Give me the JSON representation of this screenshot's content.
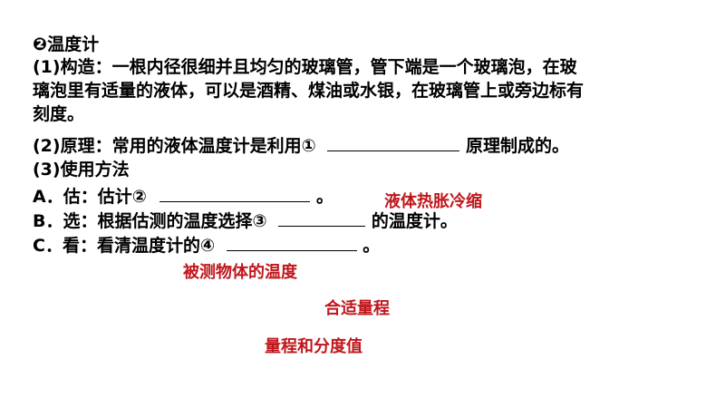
{
  "section_title": "❷温度计",
  "structure": {
    "line1": "(1)构造：一根内径很细并且均匀的玻璃管，管下端是一个玻璃泡，在玻",
    "line2": "璃泡里有适量的液体，可以是酒精、煤油或水银，在玻璃管上或旁边标有",
    "line3": "刻度。"
  },
  "principle": {
    "prefix": "(2)原理：常用的液体温度计是利用①",
    "suffix": "原理制成的。"
  },
  "usage": {
    "title": "(3)使用方法",
    "a_prefix": "A．估：估计②",
    "a_suffix": "。",
    "b_prefix": "B．选：根据估测的温度选择③",
    "b_suffix": "的温度计。",
    "c_prefix": "C．看：看清温度计的④",
    "c_suffix": "。"
  },
  "answers": {
    "a1": "液体热胀冷缩",
    "a2": "被测物体的温度",
    "a3": "合适量程",
    "a4": "量程和分度值"
  },
  "colors": {
    "answer": "#c0161b",
    "text": "#000000"
  }
}
